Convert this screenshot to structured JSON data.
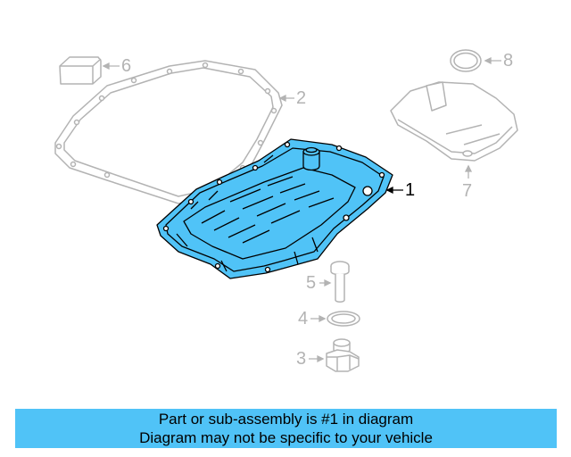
{
  "callouts": {
    "c1": "1",
    "c2": "2",
    "c3": "3",
    "c4": "4",
    "c5": "5",
    "c6": "6",
    "c7": "7",
    "c8": "8"
  },
  "banner": {
    "line1": "Part or sub-assembly is #1 in diagram",
    "line2": "Diagram may not be specific to your vehicle"
  },
  "colors": {
    "highlight": "#50c3f7",
    "line_art": "#b3b3b3",
    "ink": "#000000"
  }
}
